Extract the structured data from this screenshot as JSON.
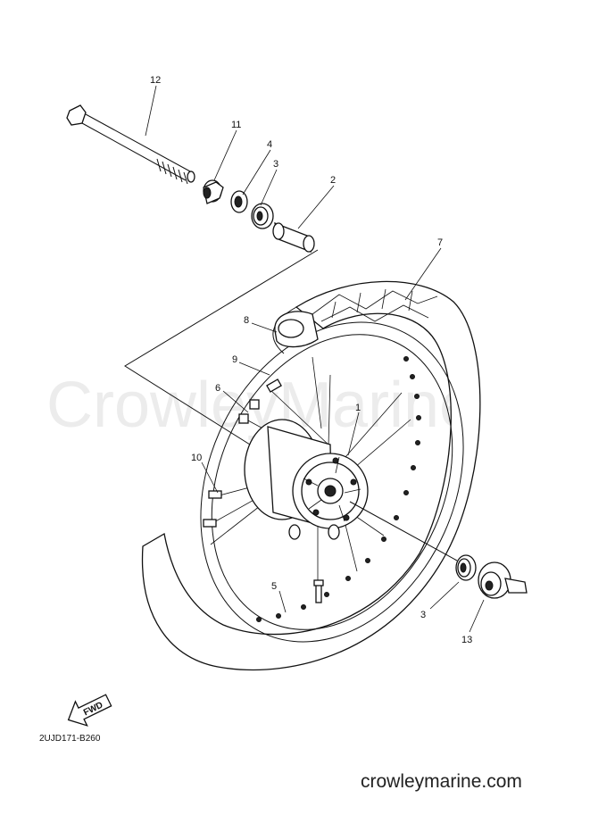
{
  "watermark": "CrowleyMarine",
  "site_label": "crowleymarine.com",
  "reference_code": "2UJD171-B260",
  "fwd_label": "FWD",
  "callouts": {
    "c1": "1",
    "c2": "2",
    "c3a": "3",
    "c3b": "3",
    "c4": "4",
    "c5": "5",
    "c6": "6",
    "c7": "7",
    "c8": "8",
    "c9": "9",
    "c10": "10",
    "c11": "11",
    "c12": "12",
    "c13": "13"
  },
  "icons": {
    "fwd_arrow": "fwd-arrow-icon"
  }
}
